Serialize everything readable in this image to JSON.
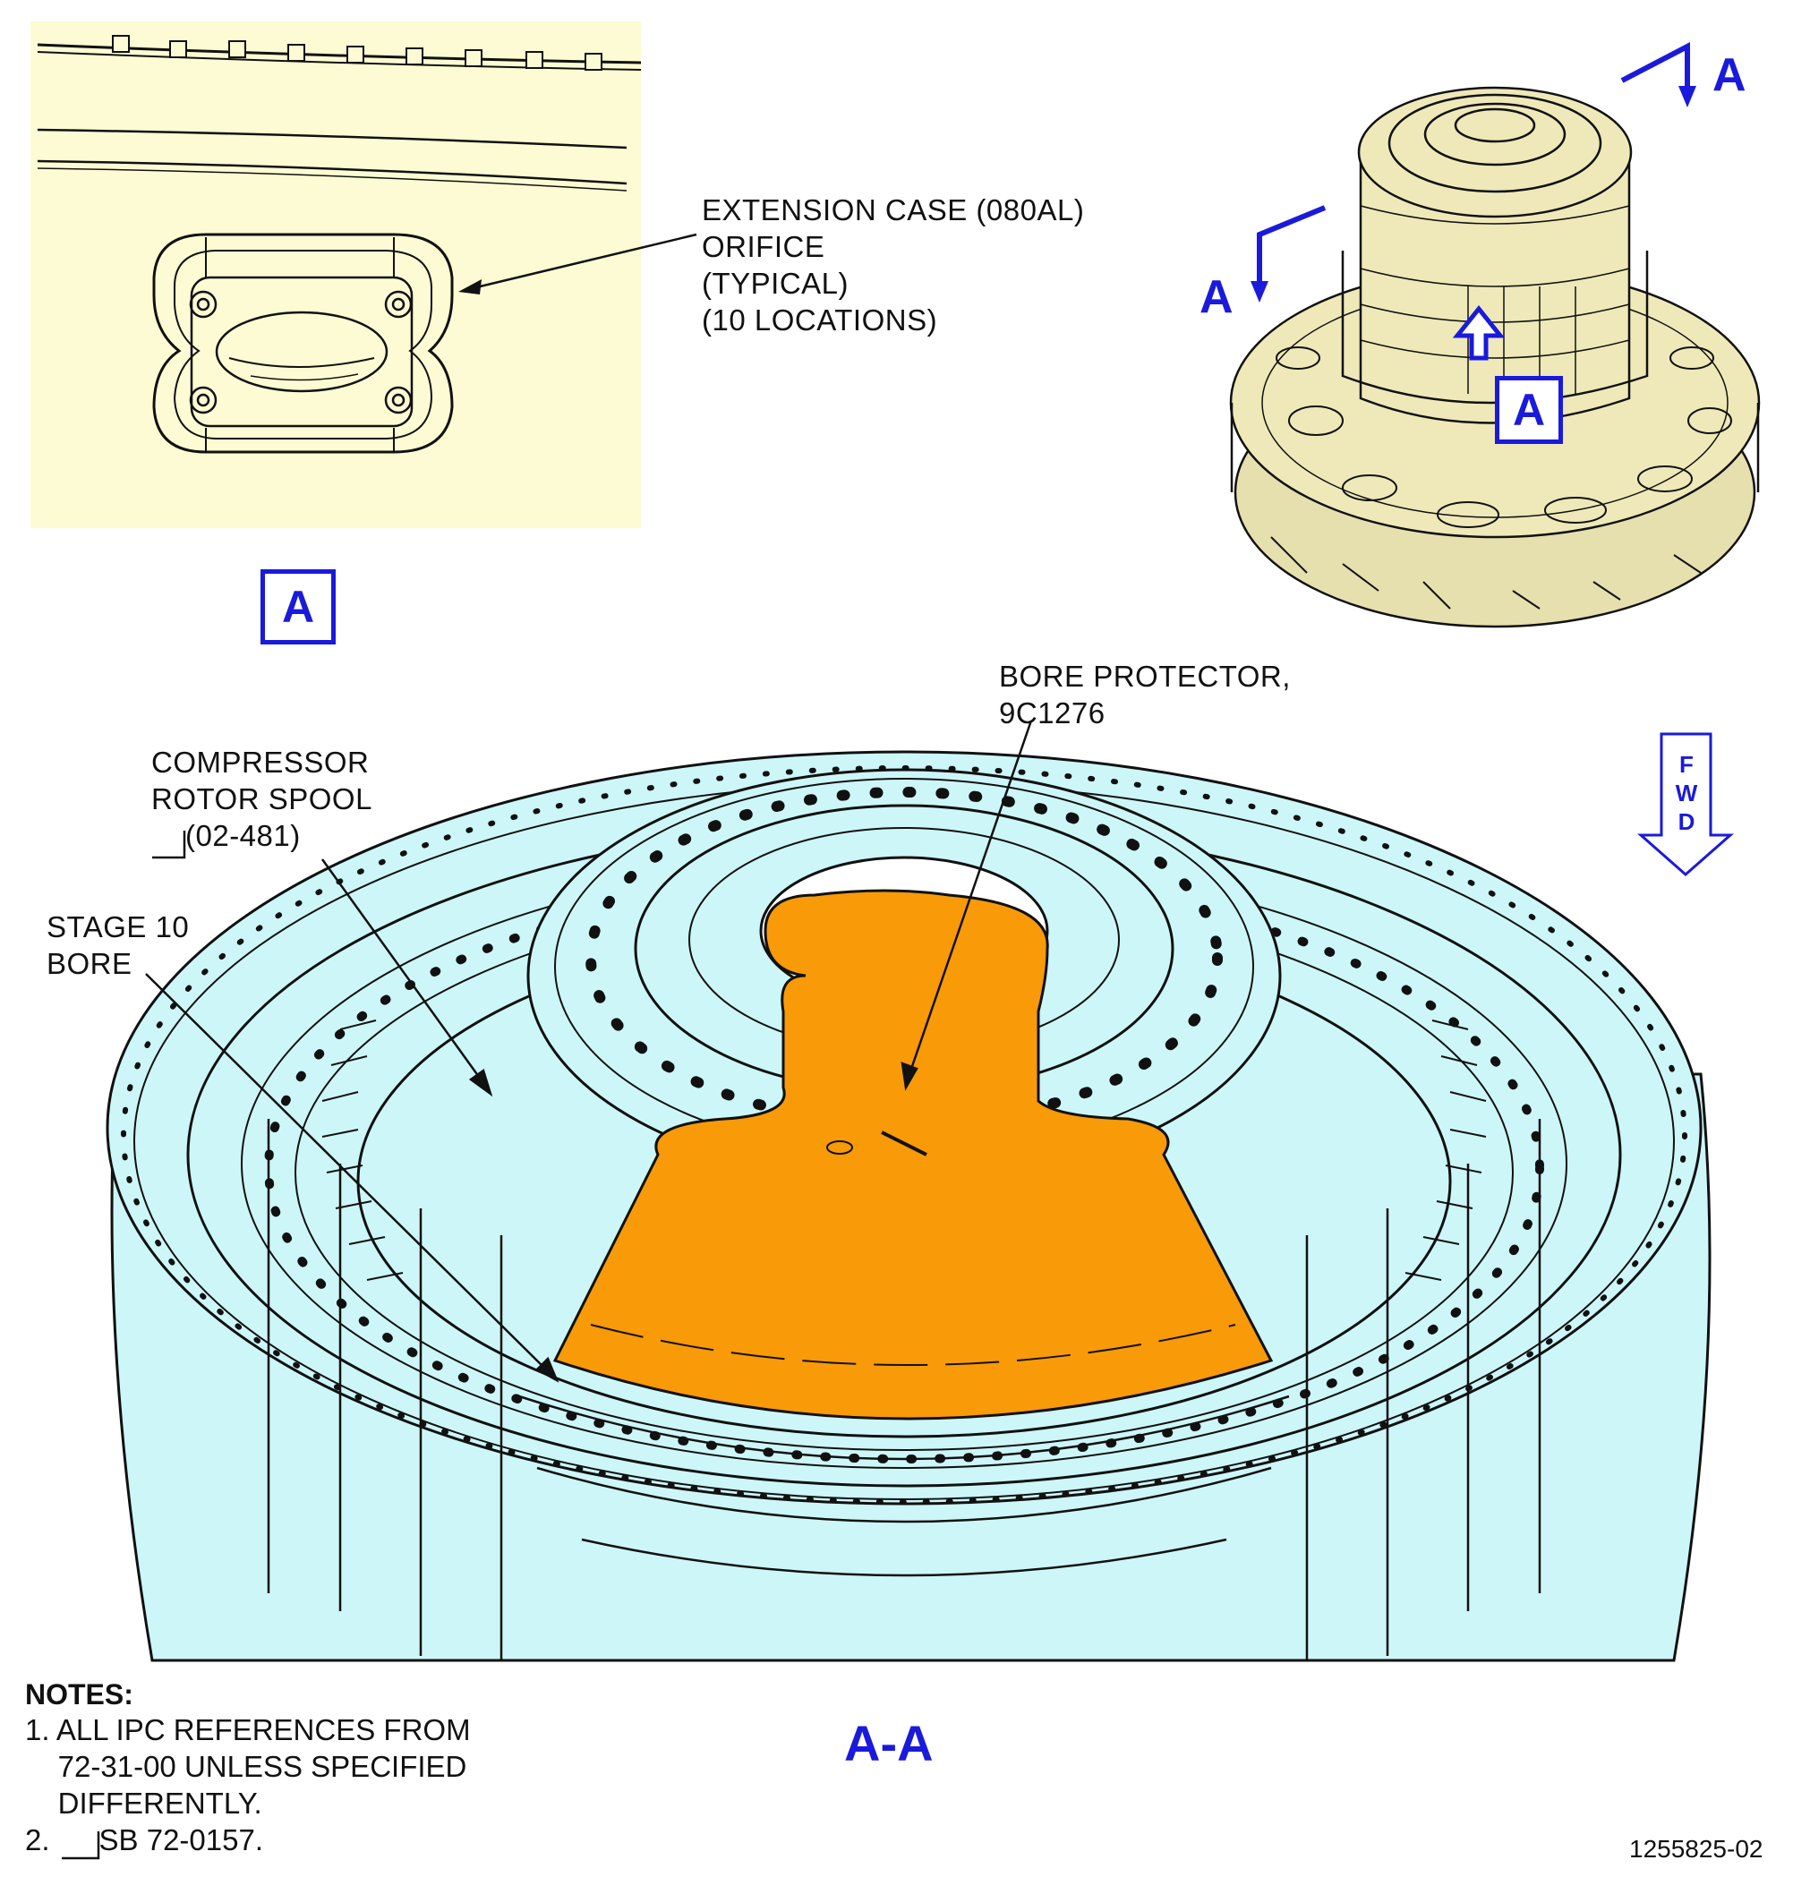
{
  "detail_a": {
    "callout": "EXTENSION CASE (080AL)\nORIFICE\n(TYPICAL)\n(10 LOCATIONS)",
    "label": "A"
  },
  "engine_view": {
    "section_mark_top": "A",
    "section_mark_left": "A",
    "detail_box": "A"
  },
  "section_aa": {
    "bore_protector": "BORE PROTECTOR,\n9C1276",
    "compressor_line1": "COMPRESSOR",
    "compressor_line2": "ROTOR SPOOL",
    "compressor_line3": "(02-481)",
    "stage10": "STAGE 10\nBORE",
    "fwd_letters": [
      "F",
      "W",
      "D"
    ],
    "title": "A-A"
  },
  "notes": {
    "title": "NOTES:",
    "items": [
      "1. ALL IPC REFERENCES FROM\n    72-31-00 UNLESS SPECIFIED\n    DIFFERENTLY.",
      "2.      SB 72-0157."
    ]
  },
  "figure_id": "1255825-02",
  "colors": {
    "detail_fill": "#fdfbd3",
    "section_fill": "#cdf6f8",
    "protector_fill": "#f99a08",
    "engine_fill": "#efe8b8",
    "callout_blue": "#1a1adc"
  }
}
